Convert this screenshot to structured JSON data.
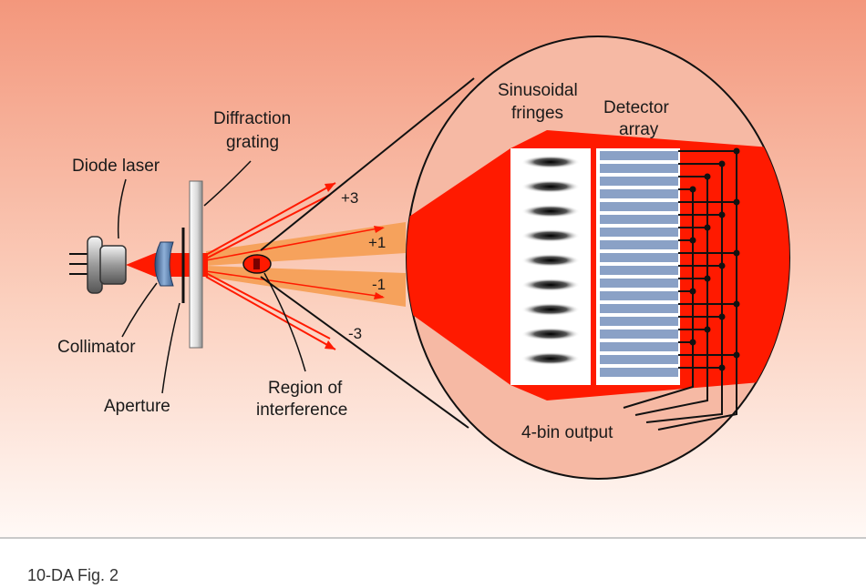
{
  "colors": {
    "background_top": "#f3977c",
    "background_bottom": "#fff9f6",
    "beam_red": "#ff1a00",
    "beam_orange": "#f6a25c",
    "detector_blue": "#8aa1c6",
    "wire": "#111111"
  },
  "labels": {
    "diode_laser": "Diode laser",
    "collimator": "Collimator",
    "aperture": "Aperture",
    "grating_1": "Diffraction",
    "grating_2": "grating",
    "region_1": "Region of",
    "region_2": "interference",
    "fringes_1": "Sinusoidal",
    "fringes_2": "fringes",
    "detector_1": "Detector",
    "detector_2": "array",
    "output": "4-bin output"
  },
  "orders": {
    "plus3": "+3",
    "plus1": "+1",
    "minus1": "-1",
    "minus3": "-3"
  },
  "caption": "10-DA Fig. 2"
}
